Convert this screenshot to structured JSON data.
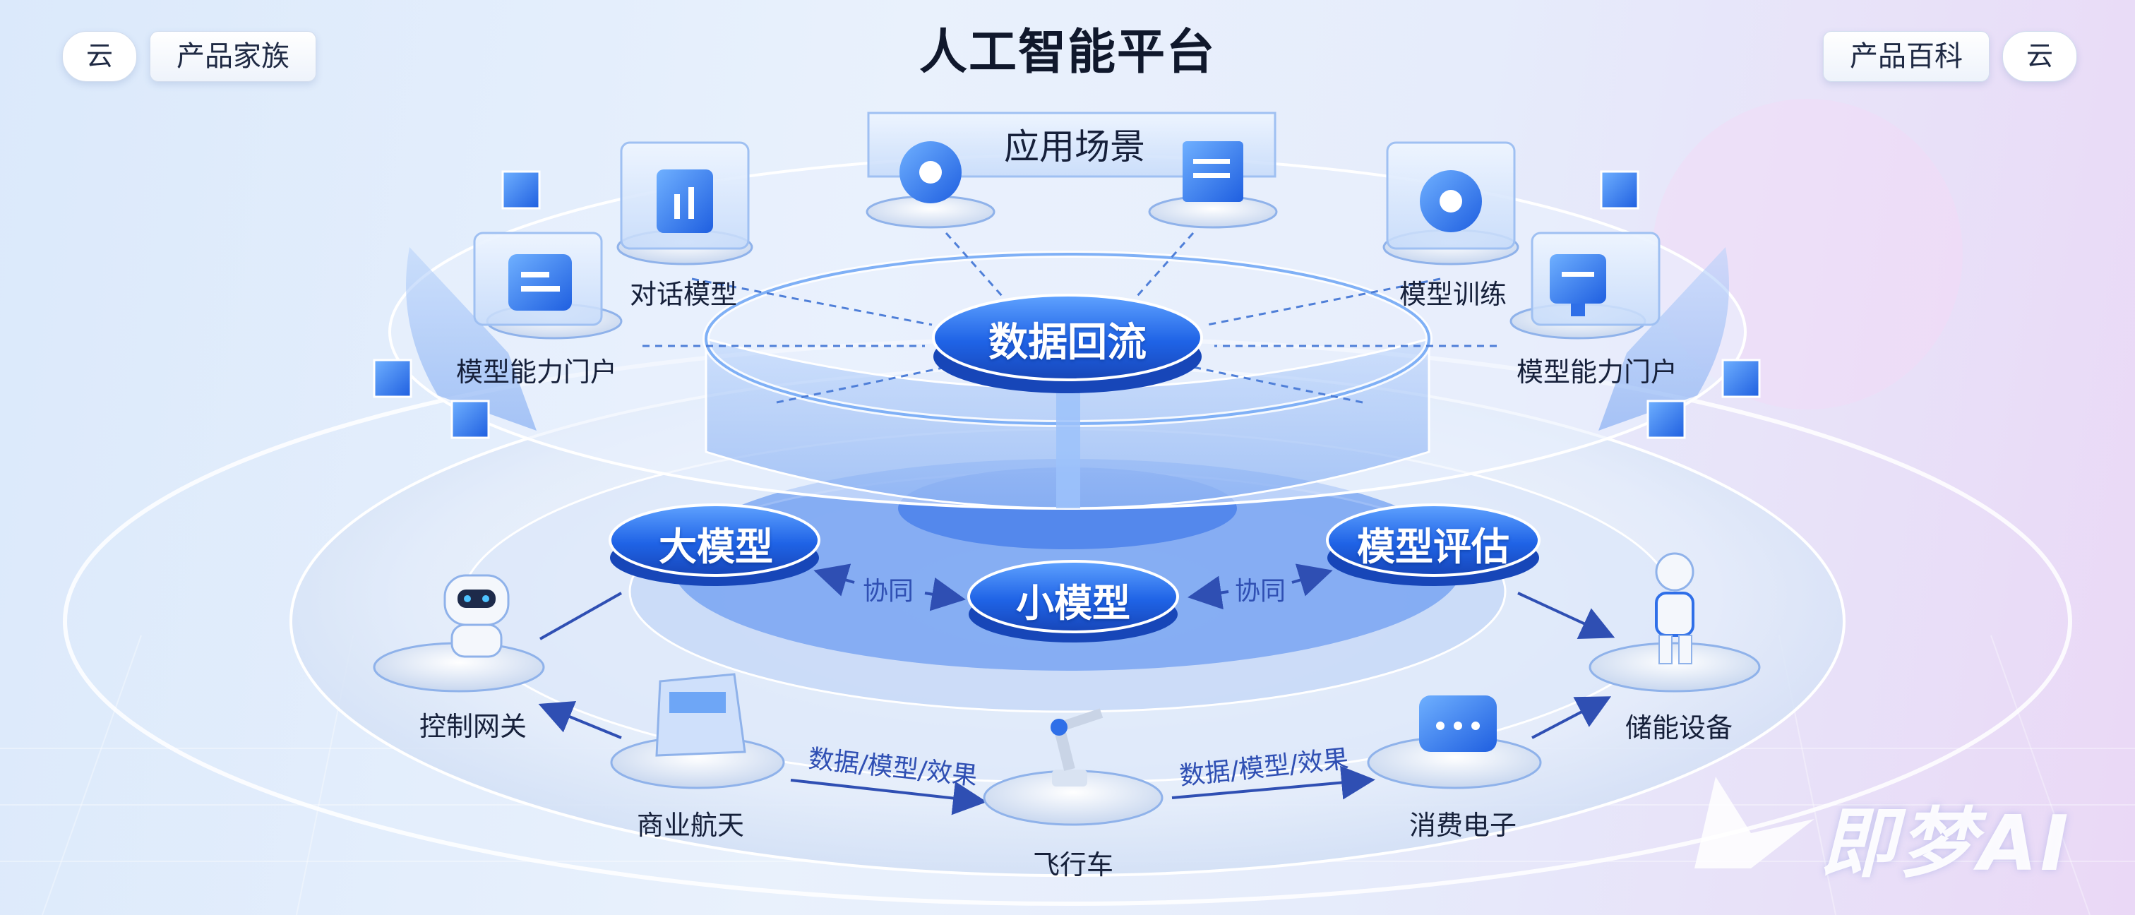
{
  "header": {
    "title": "人工智能平台",
    "left_cloud": "云",
    "left_button": "产品家族",
    "right_button": "产品百科",
    "right_cloud": "云"
  },
  "top_ring": {
    "title": "应用场景",
    "hub": "数据回流",
    "items": [
      "对话模型",
      "模型能力门户",
      "模型训练",
      "模型能力门户"
    ]
  },
  "middle": {
    "large_model": "大模型",
    "small_model": "小模型",
    "evaluation": "模型评估",
    "link_left": "协同",
    "link_right": "协同"
  },
  "bottom_ring": {
    "nodes": [
      "控制网关",
      "商业航天",
      "飞行车",
      "消费电子",
      "储能设备"
    ],
    "flow_left": "数据/模型/效果",
    "flow_right": "数据/模型/效果"
  },
  "watermark": "即梦AI",
  "colors": {
    "accent_blue": "#2f6fe8",
    "deep_blue": "#1d4fd0",
    "flow_text": "#2f4fb3"
  }
}
